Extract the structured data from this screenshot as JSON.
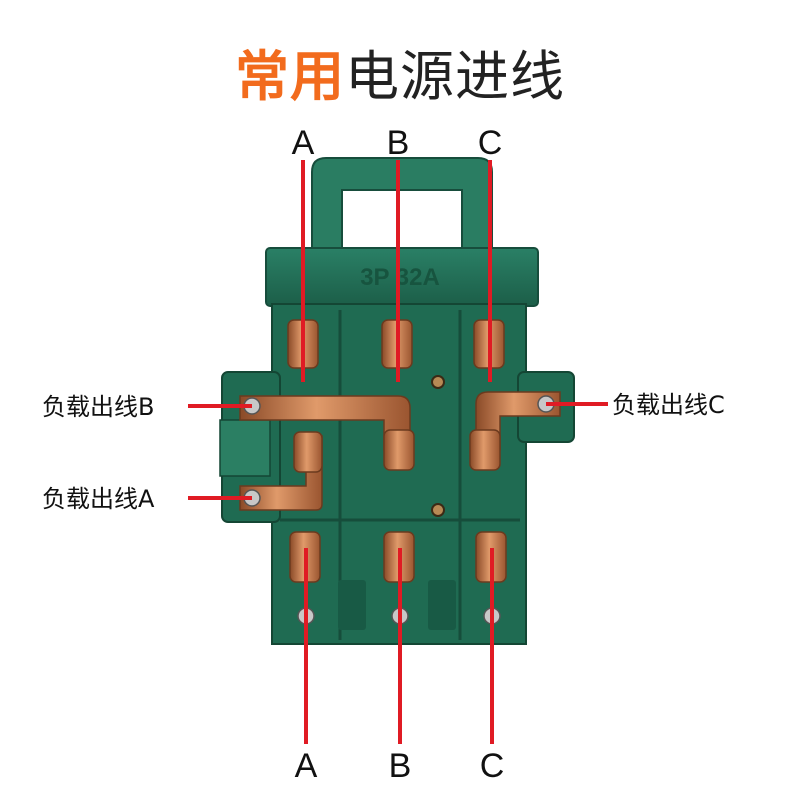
{
  "title": {
    "highlight": "常用",
    "rest": "电源进线"
  },
  "device": {
    "top_marking": "3P 32A"
  },
  "phase_labels_top": [
    "A",
    "B",
    "C"
  ],
  "phase_labels_bottom": [
    "A",
    "B",
    "C"
  ],
  "load_labels": {
    "left_b": "负载出线B",
    "left_a": "负载出线A",
    "right_c": "负载出线C"
  },
  "colors": {
    "accent": "#f26b1d",
    "pointer_line": "#e01b24",
    "body_green": "#1f6b52",
    "copper": "#c97a4a"
  }
}
